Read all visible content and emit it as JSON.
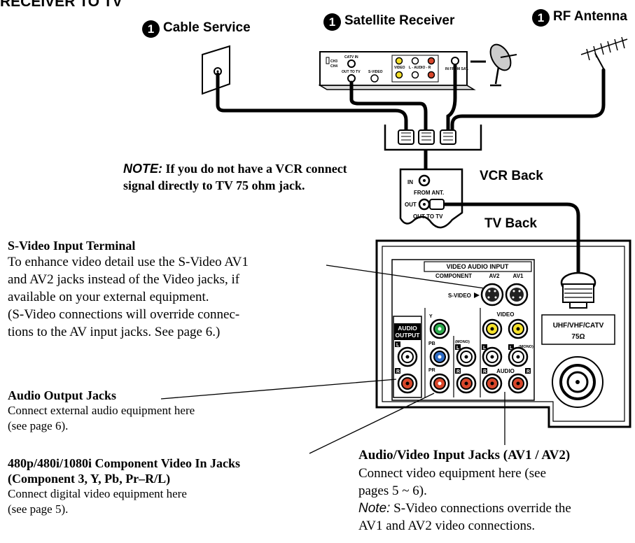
{
  "page_title": "RECEIVER TO TV",
  "sources": {
    "badge": "1",
    "cable": "Cable Service",
    "satellite": "Satellite Receiver",
    "antenna": "RF Antenna"
  },
  "receiver_panel": {
    "ch3": "CH3",
    "ch4": "CH4",
    "catv_in": "CATV IN",
    "out_to_tv": "OUT TO TV",
    "svideo": "S-VIDEO",
    "video": "VIDEO",
    "audio": "L - AUDIO - R",
    "in_from_sat": "IN FROM SAT."
  },
  "vcr": {
    "title": "VCR Back",
    "in_label": "IN",
    "from_ant": "FROM ANT.",
    "out_label": "OUT",
    "out_to_tv": "OUT TO TV"
  },
  "note": {
    "label": "NOTE:",
    "text": "If you do not have a VCR connect signal directly to TV 75 ohm jack."
  },
  "tv": {
    "title": "TV Back",
    "video_audio_input": "VIDEO AUDIO INPUT",
    "component": "COMPONENT",
    "av2": "AV2",
    "av1": "AV1",
    "svideo_label": "S-VIDEO",
    "video_label": "VIDEO",
    "audio_label": "AUDIO",
    "audio_output": "AUDIO OUTPUT",
    "mono": "(MONO)",
    "y": "Y",
    "pb": "PB",
    "pr": "PR",
    "l": "L",
    "r": "R",
    "uhf_label": "UHF/VHF/CATV",
    "ohm": "75Ω"
  },
  "callouts": {
    "svideo": {
      "title": "S-Video Input Terminal",
      "lines": [
        "To enhance video detail use the S-Video AV1",
        "and AV2 jacks instead of the Video jacks, if",
        "available on your external equipment.",
        "(S-Video connections will override connec-",
        "tions to the AV input jacks. See page 6.)"
      ]
    },
    "audio_out": {
      "title": "Audio Output Jacks",
      "lines": [
        "Connect external audio equipment here",
        "(see page 6)."
      ]
    },
    "component": {
      "title_lines": [
        "480p/480i/1080i Component Video In Jacks",
        "(Component 3, Y, Pb, Pr–R/L)"
      ],
      "lines": [
        "Connect digital video equipment here",
        "(see page 5)."
      ]
    },
    "av_input": {
      "title": "Audio/Video Input Jacks (AV1 / AV2)",
      "lines": [
        "Connect video equipment here (see",
        "pages 5 ~ 6)."
      ],
      "note_label": "Note:",
      "note_lines": [
        "S-Video connections override the",
        "AV1 and AV2 video connections."
      ]
    }
  }
}
